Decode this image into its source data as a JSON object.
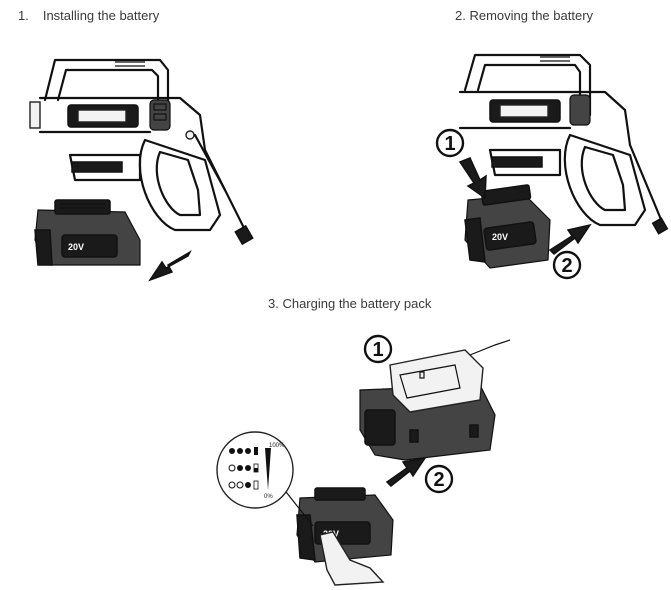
{
  "captions": {
    "installing": {
      "number": "1.",
      "text": "Installing the battery"
    },
    "removing": "2. Removing the battery",
    "charging": "3. Charging the battery pack"
  },
  "steps": {
    "one": "1",
    "two": "2"
  },
  "charge_levels": {
    "full": "100%",
    "empty": "0%"
  },
  "battery_logo": "20V"
}
